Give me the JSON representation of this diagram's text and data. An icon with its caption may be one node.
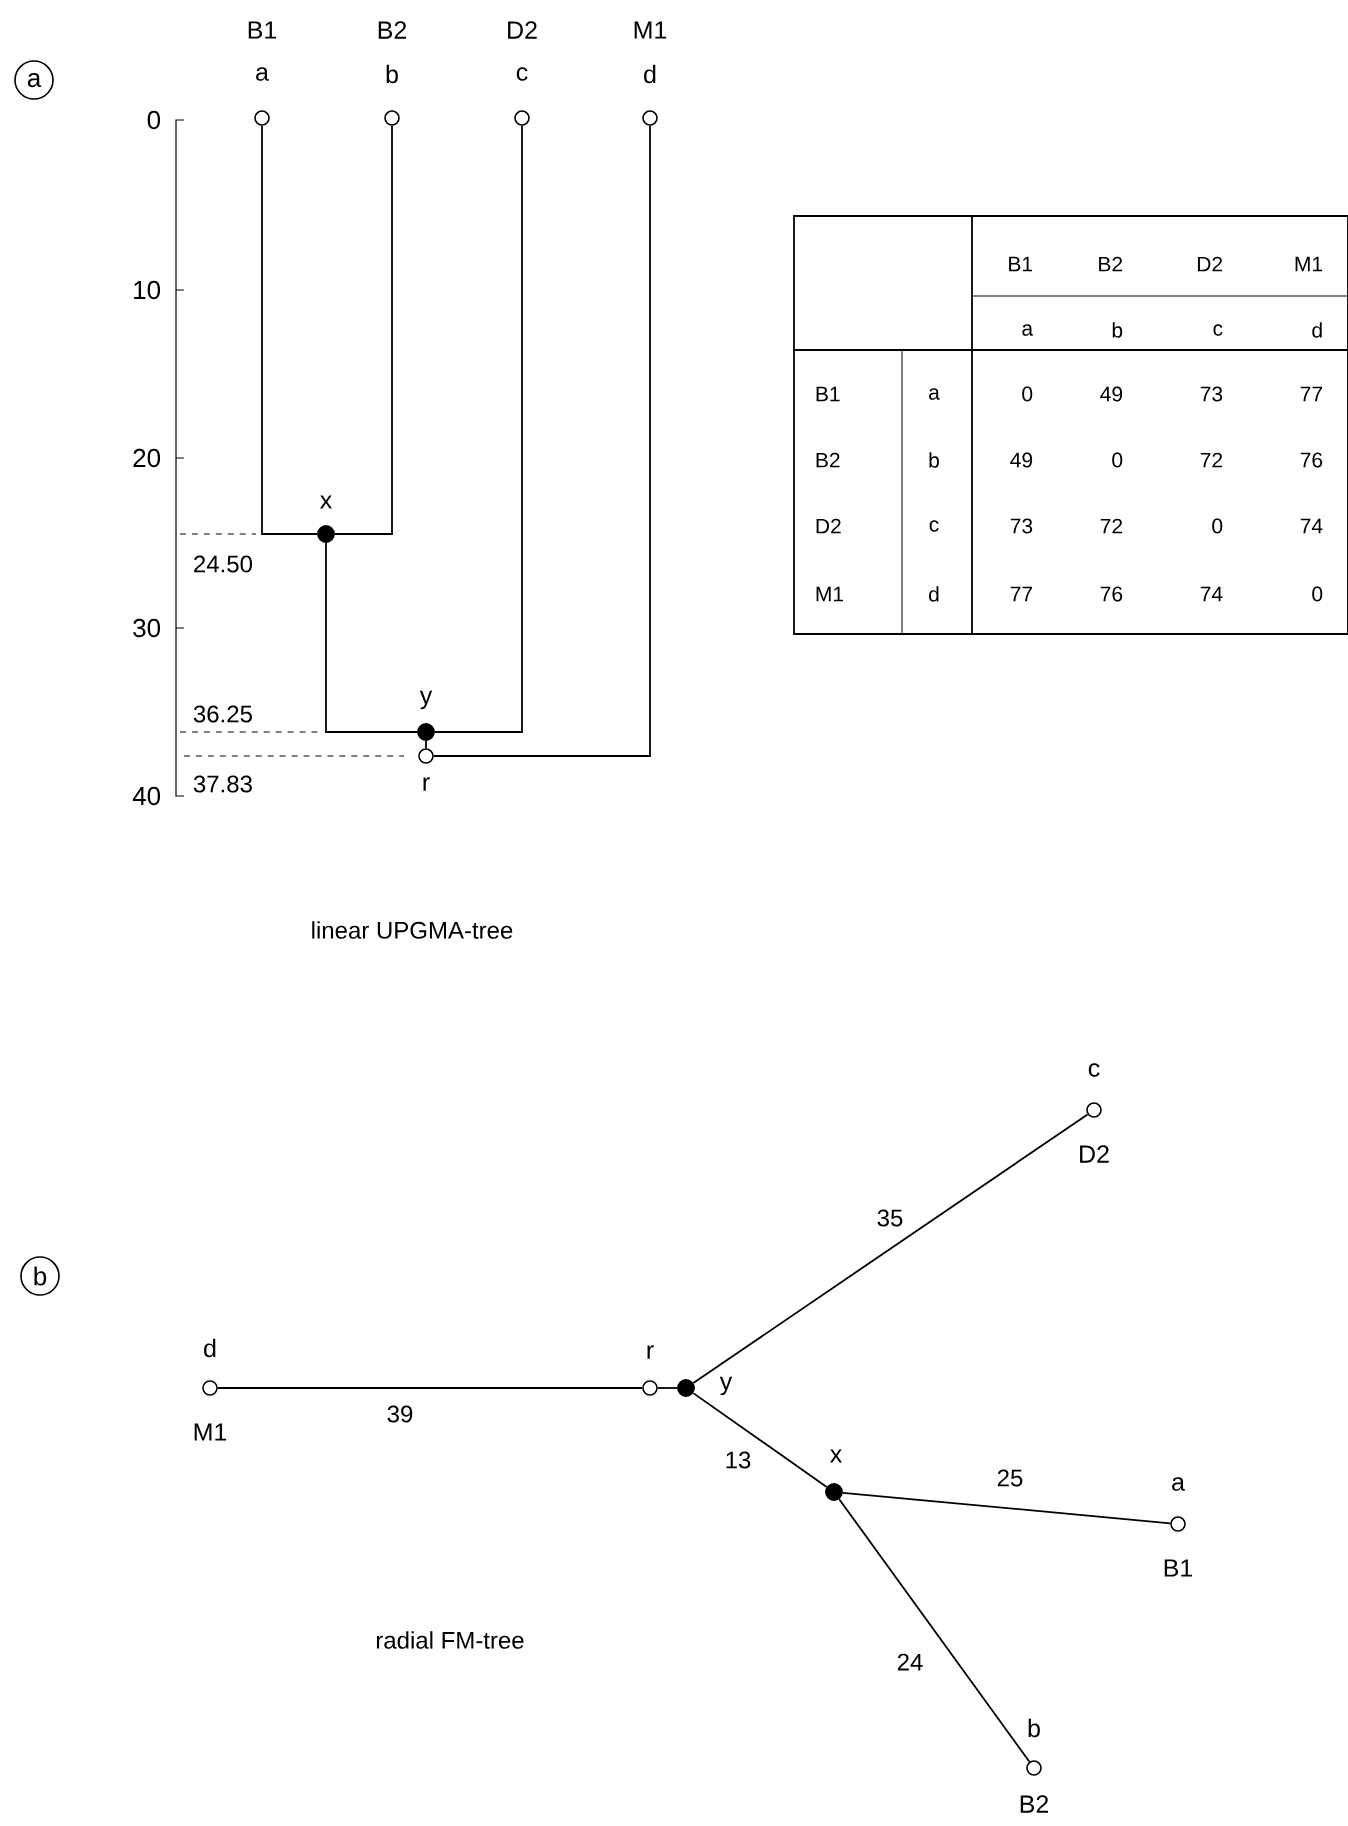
{
  "diagram": {
    "nodes": [
      {
        "text": [
          "B1",
          "a"
        ]
      },
      {
        "text": [
          "B2",
          "b"
        ]
      },
      {
        "text": [
          "D2",
          "c"
        ]
      },
      {
        "text": [
          "M1",
          "d"
        ]
      },
      {
        "text": [
          "x"
        ]
      },
      {
        "text": [
          "y"
        ]
      },
      {
        "text": [
          "r"
        ]
      },
      {
        "text": [
          "d",
          "M1"
        ]
      },
      {
        "text": [
          "r"
        ]
      },
      {
        "text": [
          "y"
        ]
      },
      {
        "text": [
          "c",
          "D2"
        ]
      },
      {
        "text": [
          "x"
        ]
      },
      {
        "text": [
          "a",
          "B1"
        ]
      },
      {
        "text": [
          "b",
          "B2"
        ]
      }
    ],
    "edges": [
      {
        "from": 0,
        "to": 4,
        "arrow": "none"
      },
      {
        "from": 1,
        "to": 4,
        "arrow": "none"
      },
      {
        "from": 4,
        "to": 5,
        "arrow": "none"
      },
      {
        "from": 2,
        "to": 5,
        "arrow": "none"
      },
      {
        "from": 3,
        "to": 6,
        "arrow": "none"
      },
      {
        "from": 5,
        "to": 6,
        "arrow": "none"
      },
      {
        "from": 7,
        "to": 8,
        "arrow": "none",
        "label": "39"
      },
      {
        "from": 8,
        "to": 9,
        "arrow": "none"
      },
      {
        "from": 9,
        "to": 10,
        "arrow": "none",
        "label": "35"
      },
      {
        "from": 9,
        "to": 11,
        "arrow": "none",
        "label": "13"
      },
      {
        "from": 11,
        "to": 12,
        "arrow": "none",
        "label": "25"
      },
      {
        "from": 11,
        "to": 13,
        "arrow": "none",
        "label": "24"
      }
    ],
    "labels": [
      "a",
      "0",
      "10",
      "20",
      "30",
      "40",
      "24.50",
      "36.25",
      "37.83",
      "B1",
      "B2",
      "D2",
      "M1",
      "a",
      "b",
      "c",
      "d",
      "B1",
      "a",
      "0",
      "49",
      "73",
      "77",
      "B2",
      "b",
      "49",
      "0",
      "72",
      "76",
      "D2",
      "c",
      "73",
      "72",
      "0",
      "74",
      "M1",
      "d",
      "77",
      "76",
      "74",
      "0",
      "linear UPGMA-tree",
      "b",
      "radial FM-tree"
    ]
  }
}
